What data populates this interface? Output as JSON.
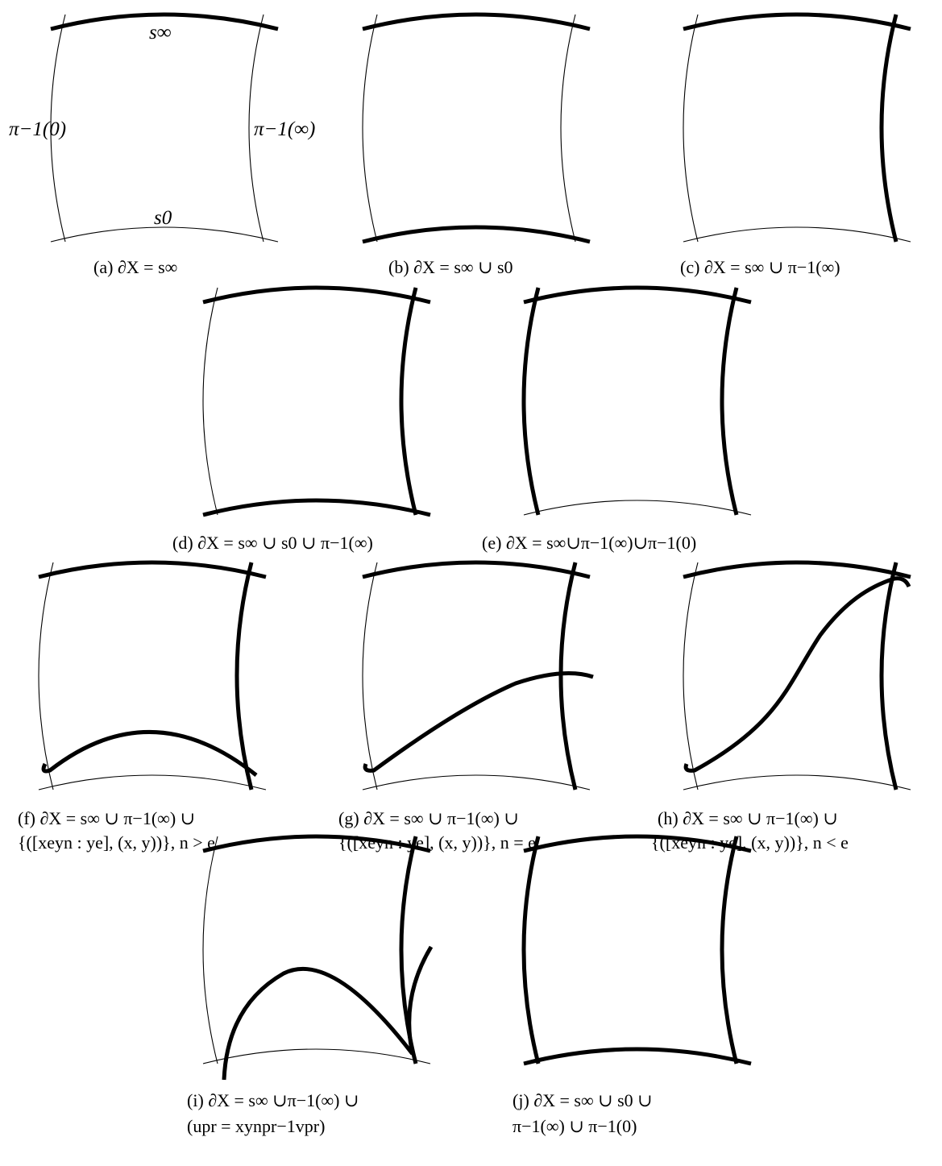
{
  "labels": {
    "s_inf": "s∞",
    "s_0": "s0",
    "pi_inv_0": "π−1(0)",
    "pi_inv_inf": "π−1(∞)"
  },
  "captions": {
    "a": "(a) ∂X = s∞",
    "b": "(b) ∂X = s∞ ∪ s0",
    "c": "(c) ∂X = s∞ ∪ π−1(∞)",
    "d": "(d) ∂X = s∞ ∪ s0 ∪ π−1(∞)",
    "e": "(e) ∂X = s∞∪π−1(∞)∪π−1(0)",
    "f_1": "(f) ∂X = s∞ ∪ π−1(∞) ∪",
    "f_2": "{([xeyn : ye], (x, y))}, n > e",
    "g_1": "(g) ∂X = s∞ ∪ π−1(∞) ∪",
    "g_2": "{([xeyn : ye], (x, y))}, n = e",
    "h_1": "(h) ∂X = s∞ ∪ π−1(∞) ∪",
    "h_2": "{([xeyn : ye], (x, y))}, n < e",
    "i_1": "(i) ∂X = s∞ ∪π−1(∞) ∪",
    "i_2": "(upr = xynpr−1vpr)",
    "j_1": "(j) ∂X = s∞ ∪ s0 ∪",
    "j_2": "π−1(∞) ∪ π−1(0)"
  }
}
